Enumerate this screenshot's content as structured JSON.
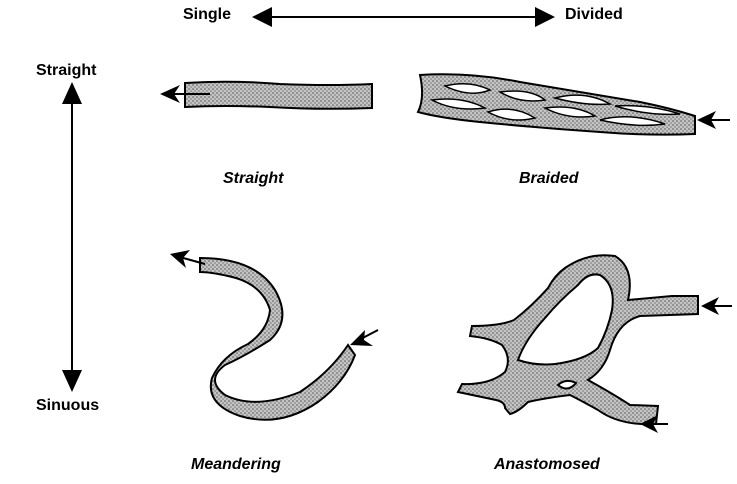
{
  "axes": {
    "horizontal": {
      "left_label": "Single",
      "right_label": "Divided"
    },
    "vertical": {
      "top_label": "Straight",
      "bottom_label": "Sinuous"
    }
  },
  "channel_types": [
    {
      "id": "straight",
      "caption": "Straight"
    },
    {
      "id": "braided",
      "caption": "Braided"
    },
    {
      "id": "meandering",
      "caption": "Meandering"
    },
    {
      "id": "anastomosed",
      "caption": "Anastomosed"
    }
  ],
  "colors": {
    "ink": "#000000",
    "channel_fill": "#b8b8b8",
    "background": "#ffffff"
  }
}
